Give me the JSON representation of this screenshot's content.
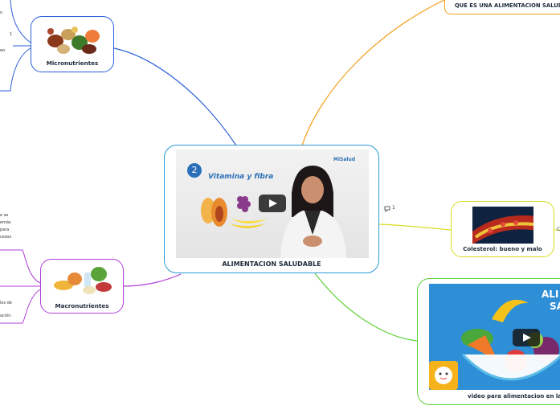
{
  "colors": {
    "center_border": "#2a9bd6",
    "micro_border": "#2b5fd9",
    "macro_border": "#b13fd6",
    "colesterol_border": "#d9dc1e",
    "video_border": "#5fd13a",
    "que_es_border": "#f2a01a"
  },
  "center": {
    "label": "ALIMENTACION SALUDABLE",
    "video": {
      "badge_number": "2",
      "caption": "Vitamina y fibra",
      "logo": "MiSalud"
    }
  },
  "micronutrientes": {
    "label": "Micronutrientes",
    "snippets": [
      "o",
      "1",
      "eo"
    ]
  },
  "macronutrientes": {
    "label": "Macronutrientes",
    "snippets_top": [
      "e se",
      "emás",
      "para",
      "cesos"
    ],
    "snippets_bottom": [
      "los de",
      "ación."
    ]
  },
  "que_es": {
    "label": "QUE ES UNA ALIMENTACION SALUDABLE"
  },
  "colesterol": {
    "label": "Colesterol: bueno y malo",
    "comment_count": "1",
    "right_text": "C"
  },
  "video_node": {
    "label": "video para alimentacion en la",
    "thumb_title_1": "ALI",
    "thumb_title_2": "SA"
  }
}
